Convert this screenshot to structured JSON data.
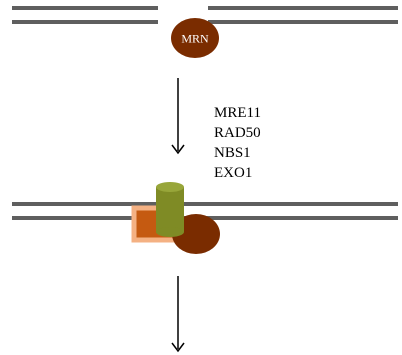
{
  "complex": {
    "label": "MRN",
    "components": [
      "MRE11",
      "RAD50",
      "NBS1",
      "EXO1"
    ]
  },
  "colors": {
    "dna_strand": "#5f5f5f",
    "mrn_body": "#7a2c00",
    "mrn_text": "#ffffff",
    "exo_square": "#c55a11",
    "exo_border": "#f4b183",
    "cylinder_body": "#7f8b25",
    "cylinder_top": "#98a63a",
    "arrow": "#000000",
    "text": "#000000"
  }
}
